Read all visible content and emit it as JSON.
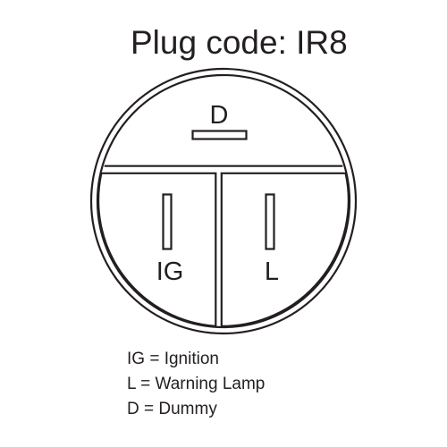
{
  "title": "Plug code: IR8",
  "connector": {
    "terminals": [
      {
        "code": "D",
        "label": "D"
      },
      {
        "code": "IG",
        "label": "IG"
      },
      {
        "code": "L",
        "label": "L"
      }
    ]
  },
  "legend": {
    "items": [
      {
        "text": "IG = Ignition"
      },
      {
        "text": "L = Warning Lamp"
      },
      {
        "text": "D = Dummy"
      }
    ]
  },
  "colors": {
    "stroke": "#231f20",
    "background": "#ffffff"
  }
}
